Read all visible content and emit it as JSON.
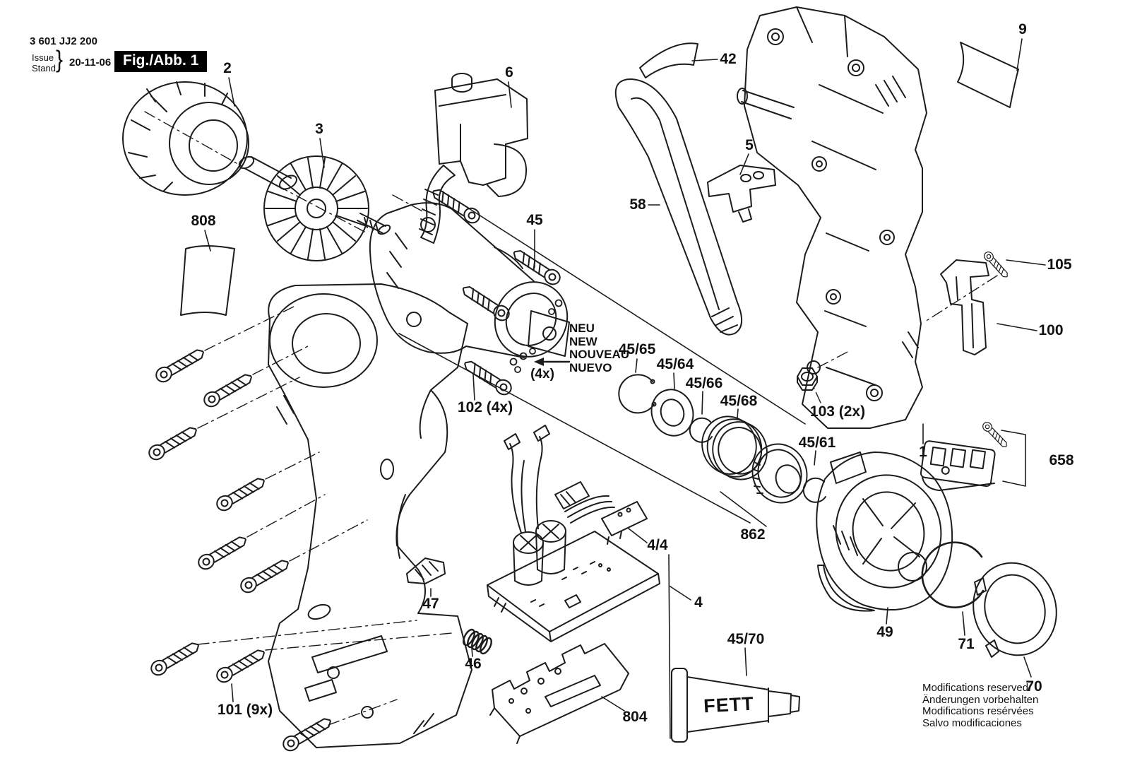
{
  "header": {
    "part_number": "3 601 JJ2 200",
    "issue_label": "Issue",
    "stand_label": "Stand",
    "brace": "}",
    "date": "20-11-06",
    "figure_label": "Fig./Abb. 1"
  },
  "notes": {
    "new_lines": [
      "NEU",
      "NEW",
      "NOUVEAU",
      "NUEVO"
    ],
    "new_qty": "(4x)",
    "grease_text": "FETT"
  },
  "parts": {
    "stator": "2",
    "rotor": "3",
    "sticker_808": "808",
    "switch_6": "6",
    "gear_assembly": "45",
    "screws_102": "102 (4x)",
    "sticker_42": "42",
    "contact_plate": "5",
    "hang_strap": "58",
    "sticker_9": "9",
    "housing_1": "1",
    "screw_105": "105",
    "belt_clip": "100",
    "nut_103": "103 (2x)",
    "bumper_658": "658",
    "snap_ring_45_65": "45/65",
    "ring_45_64": "45/64",
    "ring_45_66": "45/66",
    "spring_45_68": "45/68",
    "circlip_45_61": "45/61",
    "damper_862": "862",
    "front_sleeve_49": "49",
    "wire_ring_71": "71",
    "ring_70": "70",
    "module_4_4": "4/4",
    "electronics_4": "4",
    "rubber_47": "47",
    "spring_46": "46",
    "plate_804": "804",
    "grease_45_70": "45/70",
    "housing_screws_101": "101 (9x)"
  },
  "footer": {
    "lines": [
      "Modifications reserved",
      "Änderungen vorbehalten",
      "Modifications resérvées",
      "Salvo modificaciones"
    ]
  }
}
